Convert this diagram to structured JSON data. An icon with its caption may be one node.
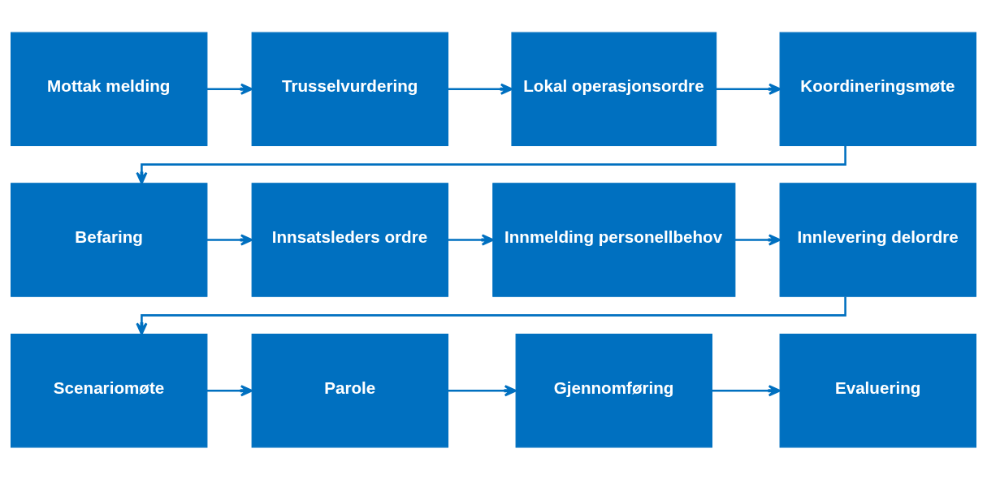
{
  "diagram": {
    "nodes": [
      {
        "text": [
          "Mottak melding"
        ]
      },
      {
        "text": [
          "Trusselvurdering"
        ]
      },
      {
        "text": [
          "Lokal operasjonsordre"
        ]
      },
      {
        "text": [
          "Koordineringsmøte"
        ]
      },
      {
        "text": [
          "Befaring"
        ]
      },
      {
        "text": [
          "Innsatsleders ordre"
        ]
      },
      {
        "text": [
          "Innmelding personellbehov"
        ]
      },
      {
        "text": [
          "Innlevering delordre"
        ]
      },
      {
        "text": [
          "Scenariomøte"
        ]
      },
      {
        "text": [
          "Parole"
        ]
      },
      {
        "text": [
          "Gjennomføring"
        ]
      },
      {
        "text": [
          "Evaluering"
        ]
      }
    ],
    "edges": [
      {
        "from": 0,
        "to": 1,
        "arrow": "to"
      },
      {
        "from": 1,
        "to": 2,
        "arrow": "to"
      },
      {
        "from": 2,
        "to": 3,
        "arrow": "to"
      },
      {
        "from": 3,
        "to": 4,
        "arrow": "to"
      },
      {
        "from": 4,
        "to": 5,
        "arrow": "to"
      },
      {
        "from": 5,
        "to": 6,
        "arrow": "to"
      },
      {
        "from": 6,
        "to": 7,
        "arrow": "to"
      },
      {
        "from": 7,
        "to": 8,
        "arrow": "to"
      },
      {
        "from": 8,
        "to": 9,
        "arrow": "to"
      },
      {
        "from": 9,
        "to": 10,
        "arrow": "to"
      },
      {
        "from": 10,
        "to": 11,
        "arrow": "to"
      }
    ]
  }
}
